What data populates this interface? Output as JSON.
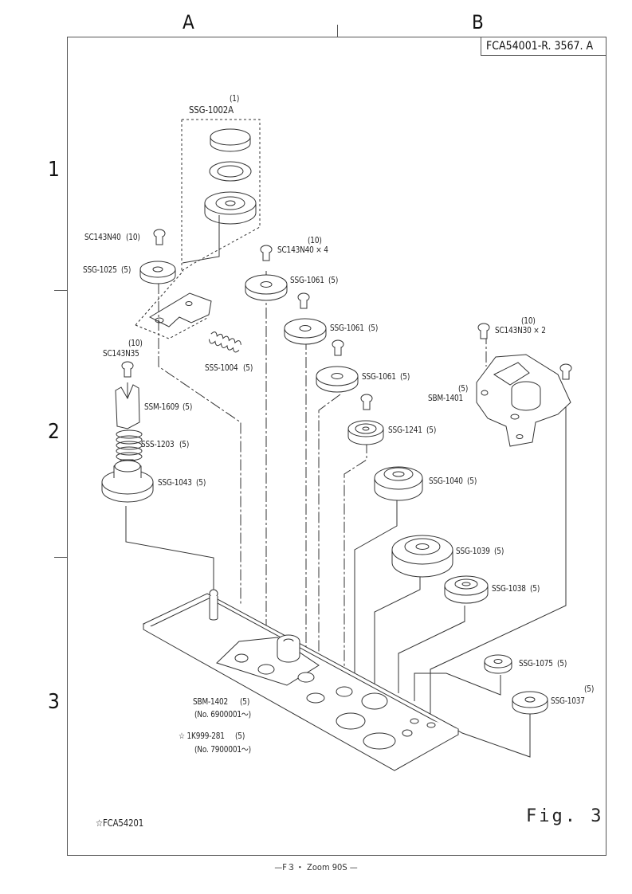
{
  "sheet": {
    "column_labels": [
      "A",
      "B"
    ],
    "row_labels": [
      "1",
      "2",
      "3"
    ],
    "document_number": "FCA54001-R. 3567. A",
    "figure_label": "Fig. 3",
    "revision_note": "☆FCA54201",
    "footer": "—F３・ Zoom 90S —"
  },
  "parts": [
    {
      "id": "ssg-1002a",
      "code": "SSG-1002A",
      "qty": "(1)"
    },
    {
      "id": "sc143n40-a",
      "code": "SC143N40",
      "qty": "(10)"
    },
    {
      "id": "ssg-1025",
      "code": "SSG-1025",
      "qty": "(5)"
    },
    {
      "id": "sc143n40x4",
      "code": "SC143N40 × 4",
      "qty": "(10)"
    },
    {
      "id": "ssg-1061-a",
      "code": "SSG-1061",
      "qty": "(5)"
    },
    {
      "id": "ssg-1061-b",
      "code": "SSG-1061",
      "qty": "(5)"
    },
    {
      "id": "ssg-1061-c",
      "code": "SSG-1061",
      "qty": "(5)"
    },
    {
      "id": "sss-1004",
      "code": "SSS-1004",
      "qty": "(5)"
    },
    {
      "id": "sc143n35",
      "code": "SC143N35",
      "qty": "(10)"
    },
    {
      "id": "ssm-1609",
      "code": "SSM-1609",
      "qty": "(5)"
    },
    {
      "id": "sss-1203",
      "code": "SSS-1203",
      "qty": "(5)"
    },
    {
      "id": "ssg-1043",
      "code": "SSG-1043",
      "qty": "(5)"
    },
    {
      "id": "ssg-1241",
      "code": "SSG-1241",
      "qty": "(5)"
    },
    {
      "id": "ssg-1040",
      "code": "SSG-1040",
      "qty": "(5)"
    },
    {
      "id": "ssg-1039",
      "code": "SSG-1039",
      "qty": "(5)"
    },
    {
      "id": "ssg-1038",
      "code": "SSG-1038",
      "qty": "(5)"
    },
    {
      "id": "sc143n30x2",
      "code": "SC143N30 × 2",
      "qty": "(10)"
    },
    {
      "id": "sbm-1401",
      "code": "SBM-1401",
      "qty": "(5)"
    },
    {
      "id": "ssg-1075",
      "code": "SSG-1075",
      "qty": "(5)"
    },
    {
      "id": "ssg-1037",
      "code": "SSG-1037",
      "qty": "(5)"
    },
    {
      "id": "sbm-1402",
      "code": "SBM-1402",
      "qty": "(5)",
      "serial": "(No. 6900001～)"
    },
    {
      "id": "1k999-281",
      "code": "☆ 1K999-281",
      "qty": "(5)",
      "serial": "(No. 7900001～)"
    }
  ]
}
